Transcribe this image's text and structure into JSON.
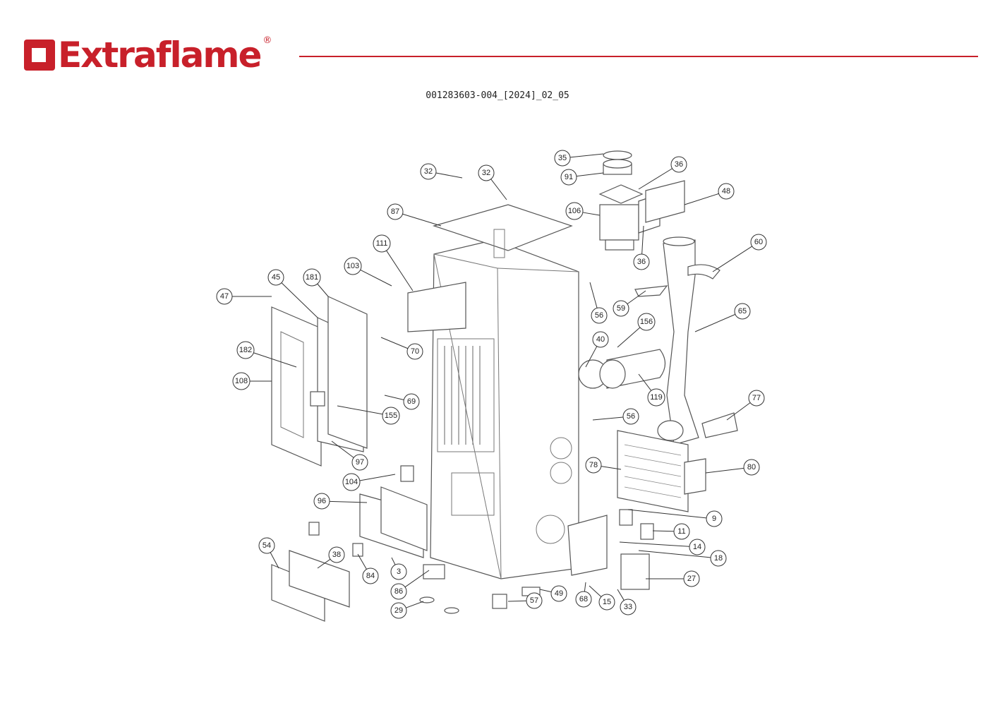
{
  "header": {
    "brand": "Extraflame",
    "registered_mark": "®",
    "document_code": "001283603-004_[2024]_02_05",
    "brand_color": "#c8202a"
  },
  "diagram": {
    "type": "exploded-parts-view",
    "part_labels": [
      "35",
      "91",
      "36",
      "48",
      "106",
      "36",
      "60",
      "32",
      "32",
      "87",
      "111",
      "103",
      "45",
      "181",
      "47",
      "56",
      "59",
      "65",
      "156",
      "40",
      "70",
      "182",
      "108",
      "119",
      "69",
      "155",
      "77",
      "56",
      "97",
      "78",
      "80",
      "104",
      "96",
      "9",
      "11",
      "14",
      "18",
      "54",
      "38",
      "84",
      "3",
      "86",
      "27",
      "49",
      "57",
      "68",
      "15",
      "33",
      "29"
    ]
  }
}
